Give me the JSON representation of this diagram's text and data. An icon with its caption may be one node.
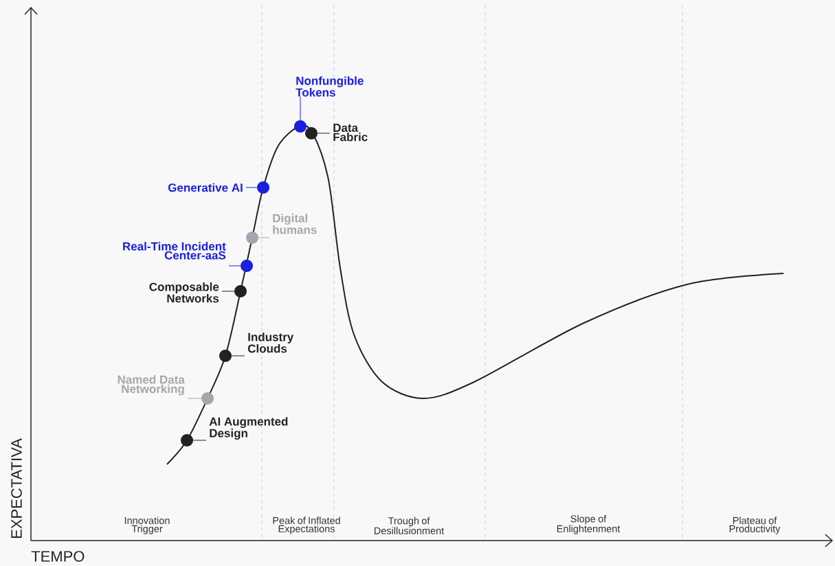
{
  "diagram": {
    "nodes": [
      {
        "text": [
          "Nonfungible Tokens"
        ]
      },
      {
        "text": [],
        "shape": "circle"
      },
      {
        "text": [
          "Data Fabric"
        ]
      },
      {
        "text": [],
        "shape": "circle"
      },
      {
        "text": [
          "Generative AI"
        ]
      },
      {
        "text": [],
        "shape": "circle"
      },
      {
        "text": [
          "Digital humans"
        ]
      },
      {
        "text": [],
        "shape": "circle"
      },
      {
        "text": [
          "Real-Time Incident Center-aaS"
        ]
      },
      {
        "text": [],
        "shape": "circle"
      },
      {
        "text": [
          "Composable Networks"
        ]
      },
      {
        "text": [],
        "shape": "circle"
      },
      {
        "text": [
          "Industry Clouds"
        ]
      },
      {
        "text": [],
        "shape": "circle"
      },
      {
        "text": [
          "Named Data Networking"
        ]
      },
      {
        "text": [],
        "shape": "circle"
      },
      {
        "text": [
          "AI Augmented Design"
        ]
      },
      {
        "text": [],
        "shape": "circle"
      }
    ],
    "edges": [
      {
        "from": 0,
        "to": 1,
        "arrow": "none",
        "color": "#1a1fe0"
      },
      {
        "from": 2,
        "to": 3,
        "arrow": "none"
      },
      {
        "from": 4,
        "to": 5,
        "arrow": "none",
        "color": "#1a1fe0"
      },
      {
        "from": 6,
        "to": 7,
        "arrow": "none",
        "color": "#a3a7ad"
      },
      {
        "from": 8,
        "to": 9,
        "arrow": "none",
        "color": "#1a1fe0"
      },
      {
        "from": 10,
        "to": 11,
        "arrow": "none"
      },
      {
        "from": 12,
        "to": 13,
        "arrow": "none"
      },
      {
        "from": 14,
        "to": 15,
        "arrow": "none",
        "color": "#a3a7ad"
      },
      {
        "from": 16,
        "to": 17,
        "arrow": "none"
      }
    ],
    "labels": [
      "Innovation Trigger",
      "Peak of Inflated Expectations",
      "Trough of Desillusionment",
      "Slope of Enlightenment",
      "Plateau of Productivity",
      "EXPECTATIVA",
      "TEMPO"
    ]
  }
}
